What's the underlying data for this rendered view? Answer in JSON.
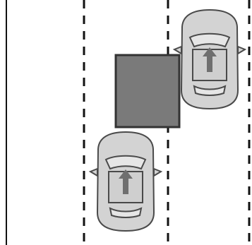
{
  "diagram": {
    "type": "lane-change-illustration",
    "background_color": "#ffffff",
    "line_color": "#111111",
    "zone_fill_color": "#7a7a7a",
    "zone_border_color": "#333333",
    "car_body_color": "#d3d3d3",
    "car_outline_color": "#4a4a4a",
    "arrow_color": "#6f6f6f",
    "cars": [
      {
        "id": "leading-car",
        "direction": "forward"
      },
      {
        "id": "host-car",
        "direction": "forward"
      }
    ],
    "lane_markings": [
      "solid-edge",
      "dashed",
      "dashed",
      "dashed"
    ],
    "zone": {
      "label": "",
      "meaning": "blind-spot-detection-zone"
    }
  }
}
